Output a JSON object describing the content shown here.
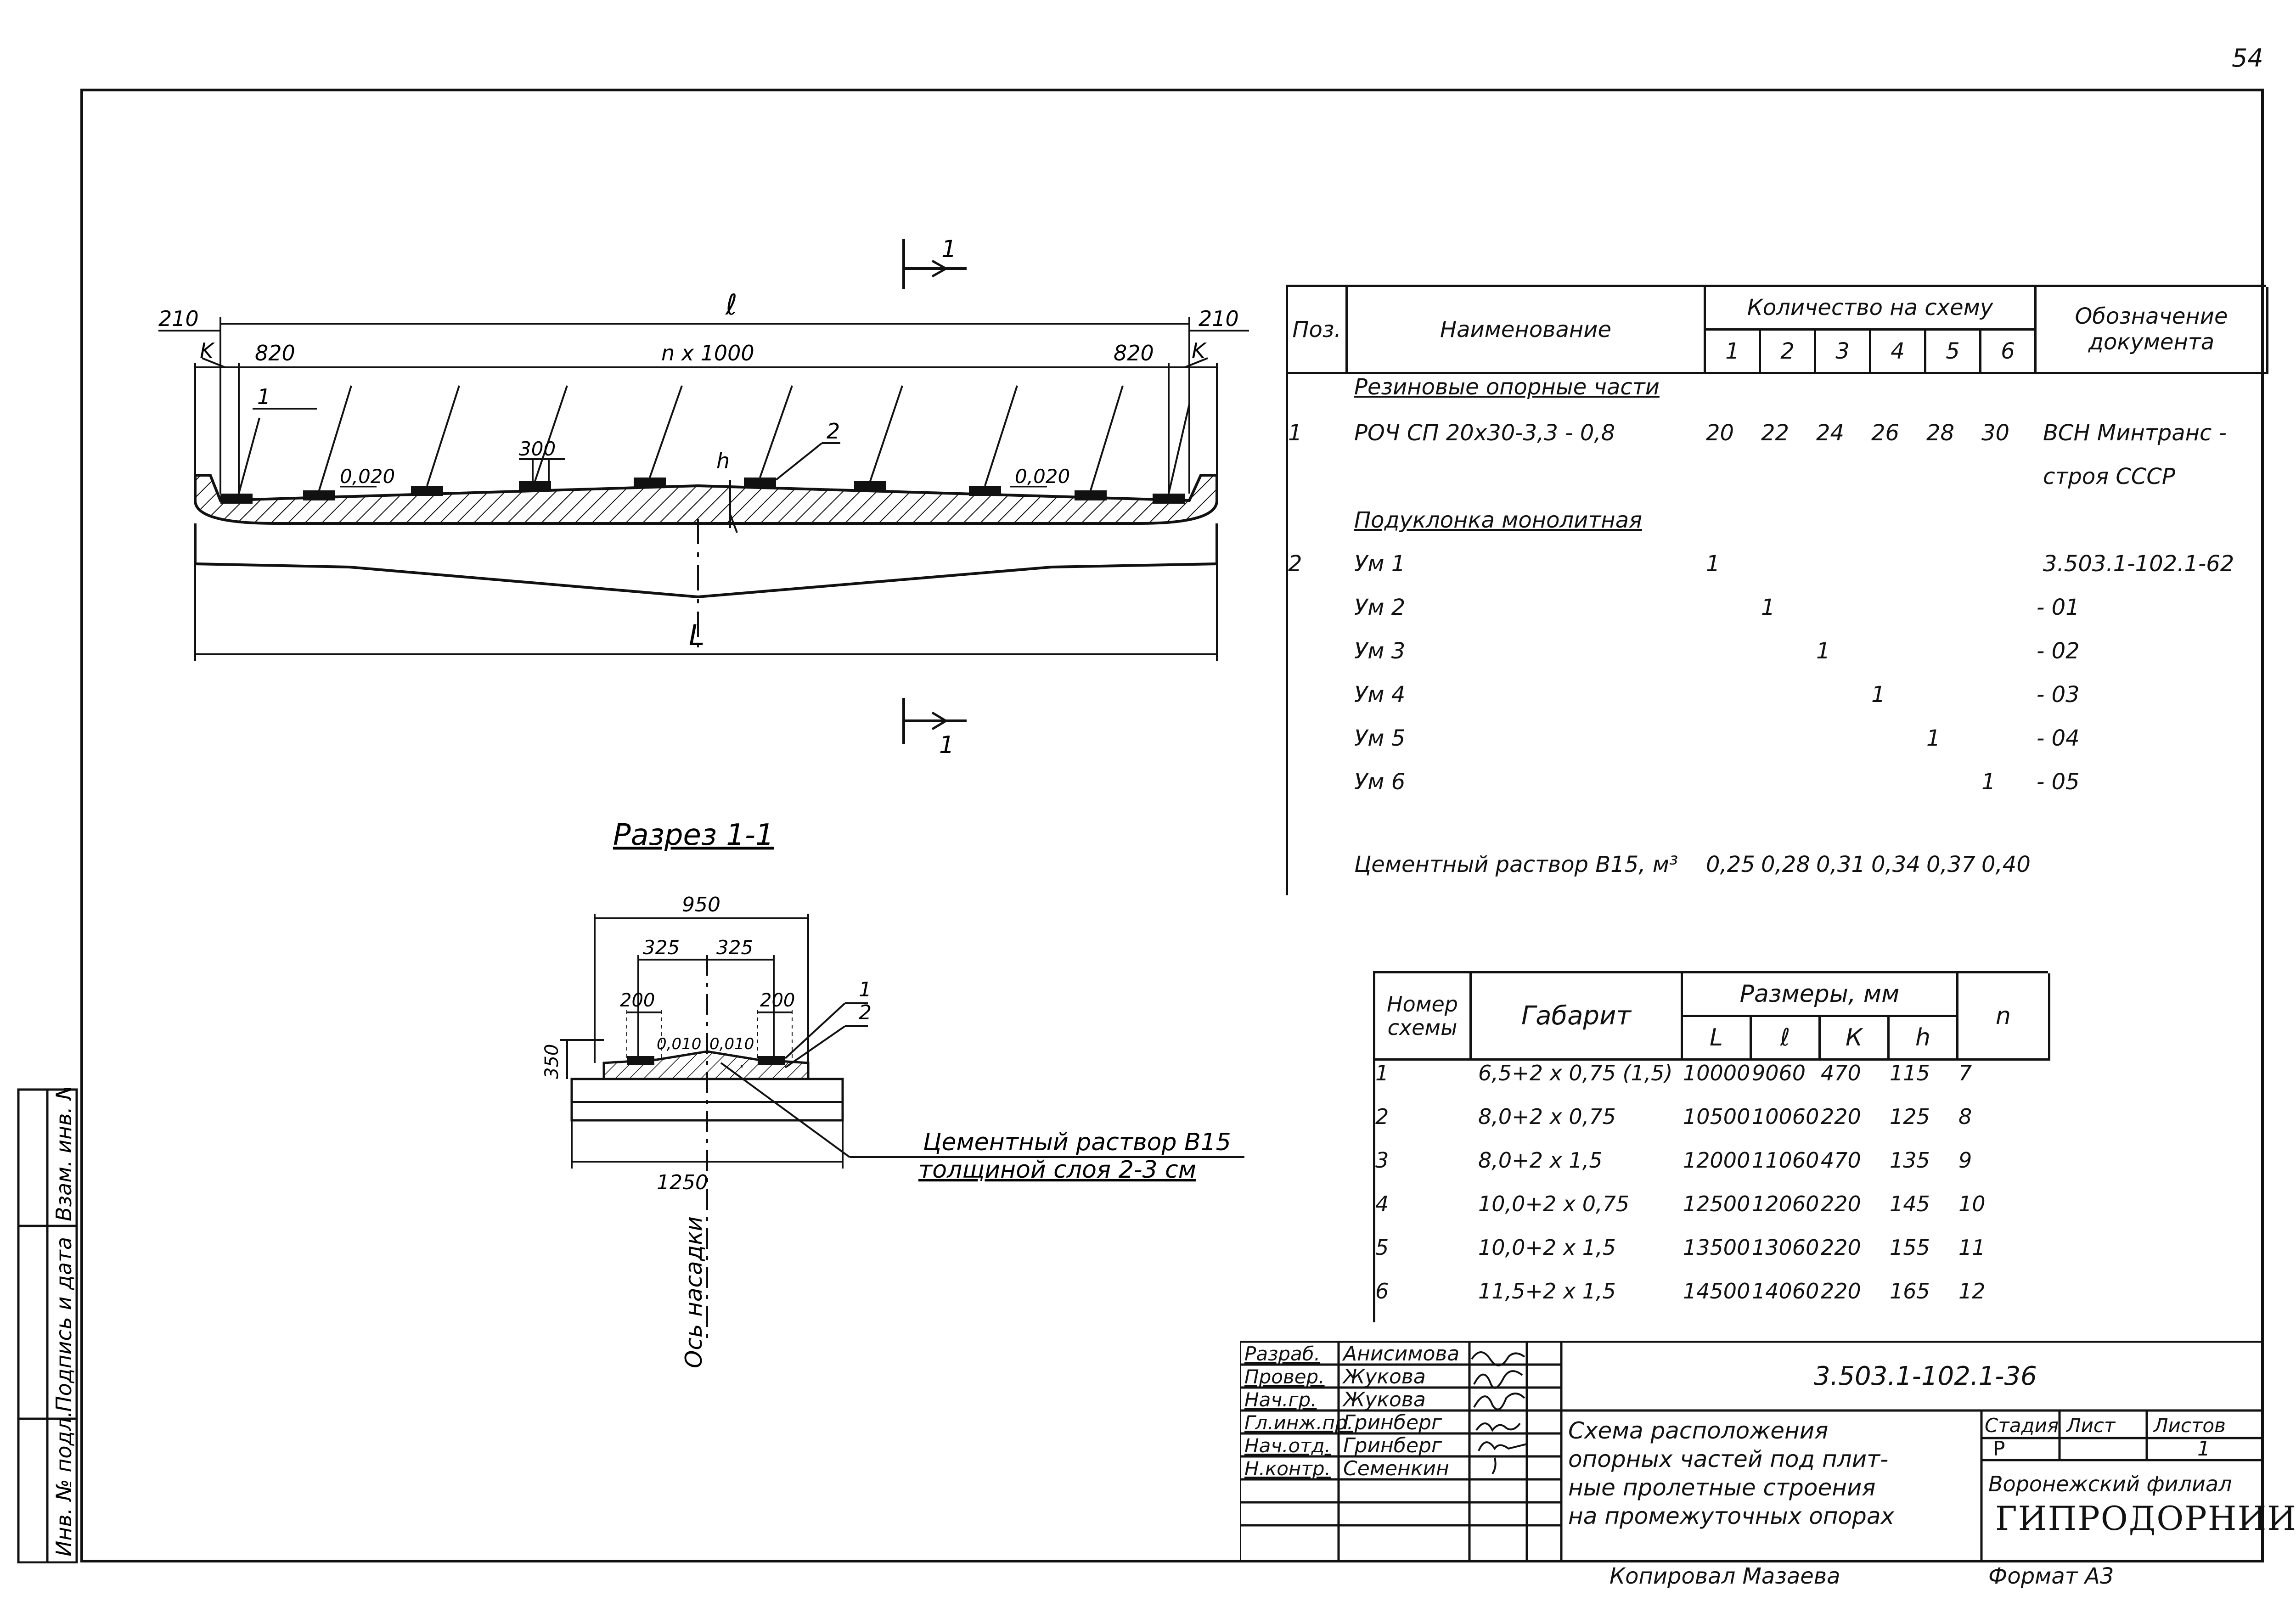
{
  "page_number": "54",
  "elevation": {
    "dim_l": "ℓ",
    "dim_L": "L",
    "dim_210_left": "210",
    "dim_210_right": "210",
    "dim_820_left": "820",
    "dim_820_right": "820",
    "dim_span": "n x 1000",
    "k_left": "K",
    "k_right": "K",
    "slope_left": "0,020",
    "slope_right": "0,020",
    "dim_300": "300",
    "dim_h": "h",
    "leader_1": "1",
    "leader_2": "2",
    "section_mark_top": "1",
    "section_mark_bottom": "1"
  },
  "section": {
    "title": "Разрез 1-1",
    "dim_950": "950",
    "dim_325a": "325",
    "dim_325b": "325",
    "dim_200a": "200",
    "dim_200b": "200",
    "dim_350": "350",
    "dim_1250": "1250",
    "slope_a": "0,010",
    "slope_b": "0,010",
    "leader_1": "1",
    "leader_2": "2",
    "axis_label": "Ось насадки",
    "mortar_line1": "Цементный раствор В15",
    "mortar_line2": "толщиной слоя 2-3 см"
  },
  "quantities_table": {
    "headers": {
      "pos": "Поз.",
      "name": "Наименование",
      "qty": "Количество на схему",
      "designation_line1": "Обозначение",
      "designation_line2": "документа",
      "schemes": [
        "1",
        "2",
        "3",
        "4",
        "5",
        "6"
      ]
    },
    "rows": [
      {
        "pos": "",
        "name": "Резиновые опорные части",
        "q": [
          "",
          "",
          "",
          "",
          "",
          ""
        ],
        "doc": ""
      },
      {
        "pos": "1",
        "name": "РОЧ СП 20x30-3,3 - 0,8",
        "q": [
          "20",
          "22",
          "24",
          "26",
          "28",
          "30"
        ],
        "doc": "ВСН Минтранс -"
      },
      {
        "pos": "",
        "name": "",
        "q": [
          "",
          "",
          "",
          "",
          "",
          ""
        ],
        "doc": "строя СССР"
      },
      {
        "pos": "",
        "name": "Подуклонка монолитная",
        "q": [
          "",
          "",
          "",
          "",
          "",
          ""
        ],
        "doc": ""
      },
      {
        "pos": "2",
        "name": "Ум 1",
        "q": [
          "1",
          "",
          "",
          "",
          "",
          ""
        ],
        "doc": "3.503.1-102.1-62"
      },
      {
        "pos": "",
        "name": "Ум 2",
        "q": [
          "",
          "1",
          "",
          "",
          "",
          ""
        ],
        "doc": "- 01"
      },
      {
        "pos": "",
        "name": "Ум 3",
        "q": [
          "",
          "",
          "1",
          "",
          "",
          ""
        ],
        "doc": "- 02"
      },
      {
        "pos": "",
        "name": "Ум 4",
        "q": [
          "",
          "",
          "",
          "1",
          "",
          ""
        ],
        "doc": "- 03"
      },
      {
        "pos": "",
        "name": "Ум 5",
        "q": [
          "",
          "",
          "",
          "",
          "1",
          ""
        ],
        "doc": "- 04"
      },
      {
        "pos": "",
        "name": "Ум 6",
        "q": [
          "",
          "",
          "",
          "",
          "",
          "1"
        ],
        "doc": "- 05"
      },
      {
        "pos": "",
        "name": "",
        "q": [
          "",
          "",
          "",
          "",
          "",
          ""
        ],
        "doc": ""
      }
    ],
    "mortar": {
      "name": "Цементный раствор В15, м³",
      "q": [
        "0,25",
        "0,28",
        "0,31",
        "0,34",
        "0,37",
        "0,40"
      ]
    }
  },
  "dims_table": {
    "headers": {
      "scheme_line1": "Номер",
      "scheme_line2": "схемы",
      "gabarit": "Габарит",
      "sizes": "Размеры, мм",
      "L": "L",
      "l": "ℓ",
      "k": "К",
      "h": "h",
      "n": "n"
    },
    "rows": [
      {
        "num": "1",
        "gabarit": "6,5+2 x 0,75 (1,5)",
        "L": "10000",
        "l": "9060",
        "k": "470",
        "h": "115",
        "n": "7"
      },
      {
        "num": "2",
        "gabarit": "8,0+2 x 0,75",
        "L": "10500",
        "l": "10060",
        "k": "220",
        "h": "125",
        "n": "8"
      },
      {
        "num": "3",
        "gabarit": "8,0+2 x 1,5",
        "L": "12000",
        "l": "11060",
        "k": "470",
        "h": "135",
        "n": "9"
      },
      {
        "num": "4",
        "gabarit": "10,0+2 x 0,75",
        "L": "12500",
        "l": "12060",
        "k": "220",
        "h": "145",
        "n": "10"
      },
      {
        "num": "5",
        "gabarit": "10,0+2 x 1,5",
        "L": "13500",
        "l": "13060",
        "k": "220",
        "h": "155",
        "n": "11"
      },
      {
        "num": "6",
        "gabarit": "11,5+2 x 1,5",
        "L": "14500",
        "l": "14060",
        "k": "220",
        "h": "165",
        "n": "12"
      }
    ]
  },
  "title_block": {
    "doc_code": "3.503.1-102.1-36",
    "roles": [
      "Разраб.",
      "Провер.",
      "Нач.гр.",
      "Гл.инж.пр.",
      "Нач.отд.",
      "Н.контр."
    ],
    "names": [
      "Анисимова",
      "Жукова",
      "Жукова",
      "Гринберг",
      "Гринберг",
      "Семенкин"
    ],
    "title_lines": [
      "Схема расположения",
      "опорных частей под плит-",
      "ные пролетные строения",
      "на промежуточных опорах"
    ],
    "stage_label": "Стадия",
    "sheet_label": "Лист",
    "sheets_label": "Листов",
    "stage_value": "Р",
    "sheet_value": "",
    "sheets_value": "1",
    "org_line1": "Воронежский филиал",
    "org_line2": "ГИПРОДОРНИИ",
    "copied": "Копировал Мазаева",
    "format": "Формат А3"
  },
  "side_stamp": {
    "inv_podl": "Инв. № подл.",
    "sign_date": "Подпись и дата",
    "vzam_inv": "Взам. инв. №"
  }
}
